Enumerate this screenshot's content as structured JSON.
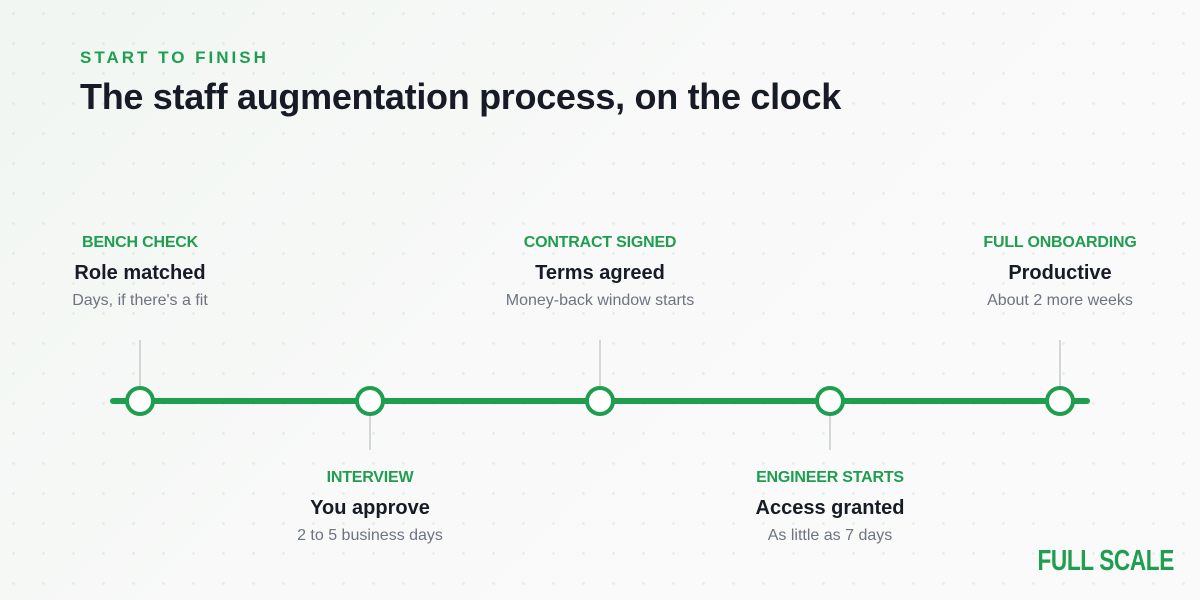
{
  "header": {
    "eyebrow": "START TO FINISH",
    "title": "The staff augmentation process, on the clock"
  },
  "milestones": [
    {
      "tag": "BENCH CHECK",
      "title": "Role matched",
      "detail": "Days, if there's a fit",
      "placement": "above"
    },
    {
      "tag": "INTERVIEW",
      "title": "You approve",
      "detail": "2 to 5 business days",
      "placement": "below"
    },
    {
      "tag": "CONTRACT SIGNED",
      "title": "Terms agreed",
      "detail": "Money-back window starts",
      "placement": "above"
    },
    {
      "tag": "ENGINEER STARTS",
      "title": "Access granted",
      "detail": "As little as 7 days",
      "placement": "below"
    },
    {
      "tag": "FULL ONBOARDING",
      "title": "Productive",
      "detail": "About 2 more weeks",
      "placement": "above"
    }
  ],
  "brand": {
    "logo_text": "FULL SCALE",
    "accent_color": "#1f9e50"
  }
}
